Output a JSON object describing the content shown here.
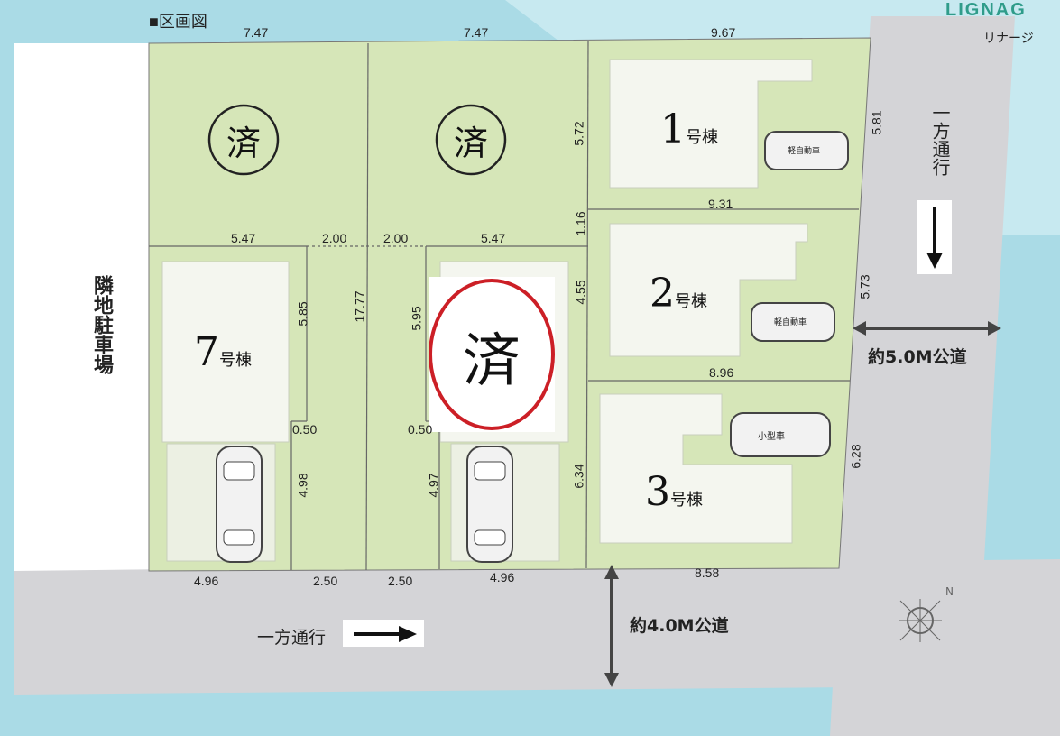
{
  "header": {
    "title": "■区画図",
    "brand_logo": "LIGNAG",
    "brand_sub": "リナージ"
  },
  "neighbor": {
    "label": "隣地駐車場"
  },
  "roads": {
    "bottom_label": "約4.0M公道",
    "right_label": "約5.0M公道",
    "bottom_oneway": "一方通行",
    "right_oneway": "一方通行"
  },
  "lots": {
    "sold_mark": "済",
    "sold_top_left": "済",
    "sold_top_mid": "済",
    "house1": {
      "num": "1",
      "suffix": "号棟"
    },
    "house2": {
      "num": "2",
      "suffix": "号棟"
    },
    "house3": {
      "num": "3",
      "suffix": "号棟"
    },
    "house7": {
      "num": "7",
      "suffix": "号棟"
    }
  },
  "cars": {
    "kei1": "軽自動車",
    "kei2": "軽自動車",
    "small": "小型車"
  },
  "dimensions": {
    "top_a": "7.47",
    "top_b": "7.47",
    "top_c": "9.67",
    "mid_a": "5.47",
    "mid_b": "2.00",
    "mid_c": "2.00",
    "mid_d": "5.47",
    "h1_bottom": "9.31",
    "h2_bottom": "8.96",
    "h3_bottom": "8.58",
    "bot_a": "4.96",
    "bot_b": "2.50",
    "bot_c": "2.50",
    "bot_d": "4.96",
    "v_572": "5.72",
    "v_116": "1.16",
    "v_455": "4.55",
    "v_634": "6.34",
    "v_581": "5.81",
    "v_573": "5.73",
    "v_628": "6.28",
    "v_585": "5.85",
    "v_1777": "17.77",
    "v_595": "5.95",
    "v_498": "4.98",
    "v_497": "4.97",
    "h_050a": "0.50",
    "h_050b": "0.50"
  }
}
